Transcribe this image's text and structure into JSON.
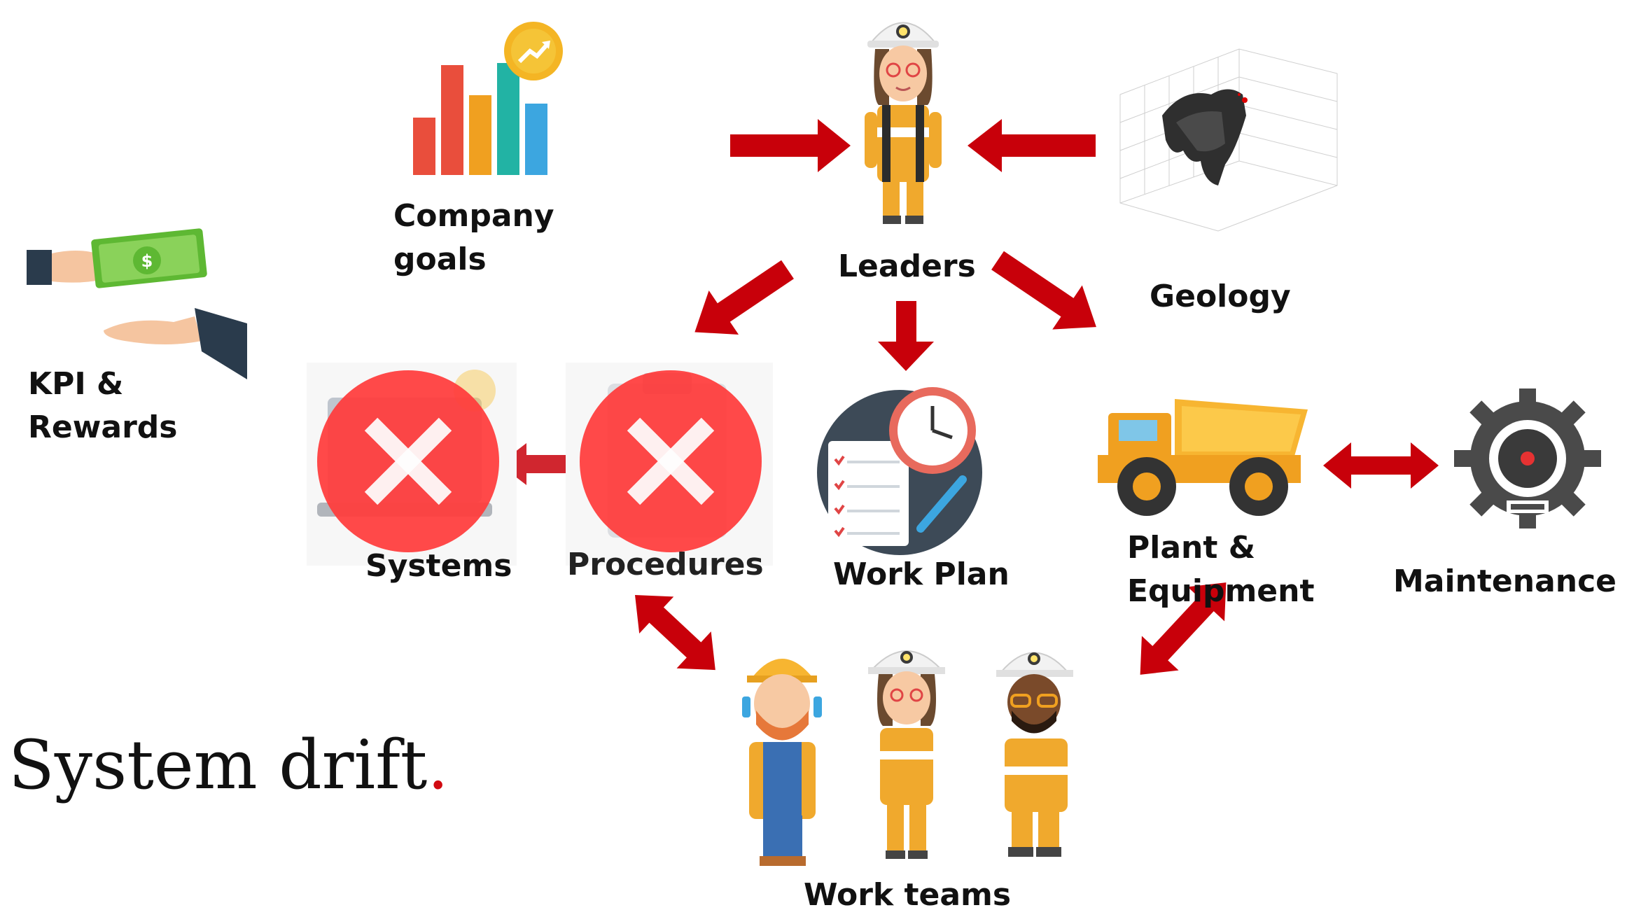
{
  "title": {
    "text": "System drift",
    "dot": "."
  },
  "nodes": {
    "company_goals": {
      "line1": "Company",
      "line2": "goals"
    },
    "leaders": "Leaders",
    "geology": "Geology",
    "kpi_rewards": {
      "line1": "KPI &",
      "line2": "Rewards"
    },
    "systems": "Systems",
    "procedures": "Procedures",
    "work_plan": "Work Plan",
    "plant_equipment": {
      "line1": "Plant &",
      "line2": "Equipment"
    },
    "maintenance": "Maintenance",
    "work_teams": "Work teams"
  },
  "colors": {
    "arrow": "#c8000a",
    "cross_circle": "#ff3b3b",
    "text": "#111111",
    "worker_orange": "#f0a92d",
    "helmet_white": "#f2f2f2",
    "helmet_yellow": "#f7b531"
  },
  "icons": {
    "company_goals": "bar-chart-icon",
    "leaders": "female-miner-icon",
    "geology": "3d-geology-plot-icon",
    "kpi_rewards": "cash-handover-icon",
    "systems": "computer-icon",
    "procedures": "clipboard-icon",
    "work_plan": "clock-checklist-icon",
    "plant_equipment": "haul-truck-icon",
    "maintenance": "gear-wrench-icon",
    "work_teams": "miner-team-icon"
  },
  "status": {
    "systems": "failed",
    "procedures": "failed"
  }
}
